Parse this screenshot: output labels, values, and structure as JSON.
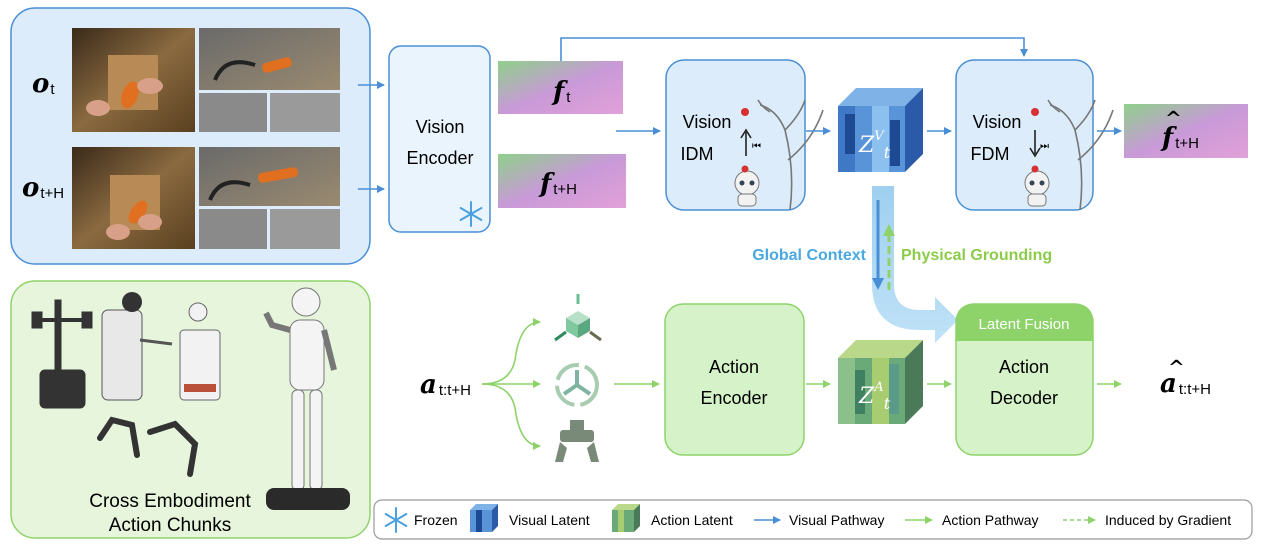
{
  "observations": {
    "o_t": {
      "symbol": "o",
      "sub": "t"
    },
    "o_tH": {
      "symbol": "o",
      "sub": "t+H"
    }
  },
  "vision_encoder": {
    "line1": "Vision",
    "line2": "Encoder"
  },
  "features": {
    "f_t": {
      "symbol": "f",
      "sub": "t"
    },
    "f_tH": {
      "symbol": "f",
      "sub": "t+H"
    },
    "f_hat_tH": {
      "symbol": "f",
      "hat": "^",
      "sub": "t+H"
    }
  },
  "vision_idm": {
    "line1": "Vision",
    "line2": "IDM"
  },
  "vision_fdm": {
    "line1": "Vision",
    "line2": "FDM"
  },
  "visual_latent": {
    "symbol": "Z",
    "sup": "V",
    "sub": "t"
  },
  "action_latent": {
    "symbol": "Z",
    "sup": "A",
    "sub": "t"
  },
  "global_context": "Global Context",
  "physical_grounding": "Physical Grounding",
  "action_input": {
    "symbol": "a",
    "sub": "t:t+H"
  },
  "action_encoder": {
    "line1": "Action",
    "line2": "Encoder"
  },
  "latent_fusion": "Latent Fusion",
  "action_decoder": {
    "line1": "Action",
    "line2": "Decoder"
  },
  "action_output": {
    "symbol": "a",
    "hat": "^",
    "sub": "t:t+H"
  },
  "embodiment_caption": {
    "line1": "Cross Embodiment",
    "line2": "Action Chunks"
  },
  "legend": {
    "frozen": "Frozen",
    "visual_latent": "Visual Latent",
    "action_latent": "Action Latent",
    "visual_pathway": "Visual Pathway",
    "action_pathway": "Action Pathway",
    "induced": "Induced by Gradient"
  },
  "colors": {
    "blue_line": "#4a8fd6",
    "green_line": "#8ed36a",
    "blue_box_fill": "#dcecfa",
    "green_box_fill": "#d6f2c8",
    "global_context_text": "#4aa8e0",
    "physical_grounding_text": "#8ccc4a"
  }
}
